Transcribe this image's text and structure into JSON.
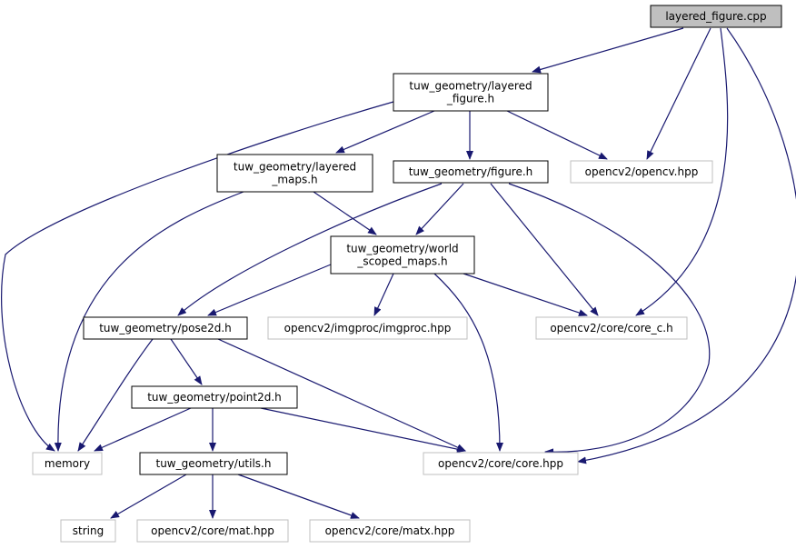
{
  "graph": {
    "colors": {
      "edge": "#191970",
      "root_fill": "#bfbfbf",
      "node_border": "#000000",
      "external_border": "#bfbfbf",
      "background": "#ffffff"
    },
    "nodes": [
      {
        "id": "layered_figure_cpp",
        "lines": [
          "layered_figure.cpp"
        ],
        "kind": "root"
      },
      {
        "id": "layered_figure_h",
        "lines": [
          "tuw_geometry/layered",
          "_figure.h"
        ],
        "kind": "internal"
      },
      {
        "id": "layered_maps_h",
        "lines": [
          "tuw_geometry/layered",
          "_maps.h"
        ],
        "kind": "internal"
      },
      {
        "id": "figure_h",
        "lines": [
          "tuw_geometry/figure.h"
        ],
        "kind": "internal"
      },
      {
        "id": "opencv_hpp",
        "lines": [
          "opencv2/opencv.hpp"
        ],
        "kind": "external"
      },
      {
        "id": "world_scoped_maps_h",
        "lines": [
          "tuw_geometry/world",
          "_scoped_maps.h"
        ],
        "kind": "internal"
      },
      {
        "id": "pose2d_h",
        "lines": [
          "tuw_geometry/pose2d.h"
        ],
        "kind": "internal"
      },
      {
        "id": "imgproc_hpp",
        "lines": [
          "opencv2/imgproc/imgproc.hpp"
        ],
        "kind": "external"
      },
      {
        "id": "core_c_h",
        "lines": [
          "opencv2/core/core_c.h"
        ],
        "kind": "external"
      },
      {
        "id": "point2d_h",
        "lines": [
          "tuw_geometry/point2d.h"
        ],
        "kind": "internal"
      },
      {
        "id": "memory",
        "lines": [
          "memory"
        ],
        "kind": "external"
      },
      {
        "id": "utils_h",
        "lines": [
          "tuw_geometry/utils.h"
        ],
        "kind": "internal"
      },
      {
        "id": "core_hpp",
        "lines": [
          "opencv2/core/core.hpp"
        ],
        "kind": "external"
      },
      {
        "id": "string",
        "lines": [
          "string"
        ],
        "kind": "external"
      },
      {
        "id": "mat_hpp",
        "lines": [
          "opencv2/core/mat.hpp"
        ],
        "kind": "external"
      },
      {
        "id": "matx_hpp",
        "lines": [
          "opencv2/core/matx.hpp"
        ],
        "kind": "external"
      }
    ],
    "edges": [
      {
        "from": "layered_figure_cpp",
        "to": "layered_figure_h"
      },
      {
        "from": "layered_figure_cpp",
        "to": "opencv_hpp"
      },
      {
        "from": "layered_figure_cpp",
        "to": "core_c_h"
      },
      {
        "from": "layered_figure_cpp",
        "to": "core_hpp"
      },
      {
        "from": "layered_figure_h",
        "to": "memory"
      },
      {
        "from": "layered_figure_h",
        "to": "layered_maps_h"
      },
      {
        "from": "layered_figure_h",
        "to": "figure_h"
      },
      {
        "from": "layered_figure_h",
        "to": "opencv_hpp"
      },
      {
        "from": "layered_maps_h",
        "to": "memory"
      },
      {
        "from": "layered_maps_h",
        "to": "world_scoped_maps_h"
      },
      {
        "from": "figure_h",
        "to": "world_scoped_maps_h"
      },
      {
        "from": "figure_h",
        "to": "pose2d_h"
      },
      {
        "from": "figure_h",
        "to": "core_c_h"
      },
      {
        "from": "figure_h",
        "to": "core_hpp"
      },
      {
        "from": "world_scoped_maps_h",
        "to": "pose2d_h"
      },
      {
        "from": "world_scoped_maps_h",
        "to": "imgproc_hpp"
      },
      {
        "from": "world_scoped_maps_h",
        "to": "core_c_h"
      },
      {
        "from": "world_scoped_maps_h",
        "to": "core_hpp"
      },
      {
        "from": "pose2d_h",
        "to": "point2d_h"
      },
      {
        "from": "pose2d_h",
        "to": "memory"
      },
      {
        "from": "pose2d_h",
        "to": "core_hpp"
      },
      {
        "from": "point2d_h",
        "to": "memory"
      },
      {
        "from": "point2d_h",
        "to": "utils_h"
      },
      {
        "from": "point2d_h",
        "to": "core_hpp"
      },
      {
        "from": "utils_h",
        "to": "string"
      },
      {
        "from": "utils_h",
        "to": "mat_hpp"
      },
      {
        "from": "utils_h",
        "to": "matx_hpp"
      }
    ]
  }
}
